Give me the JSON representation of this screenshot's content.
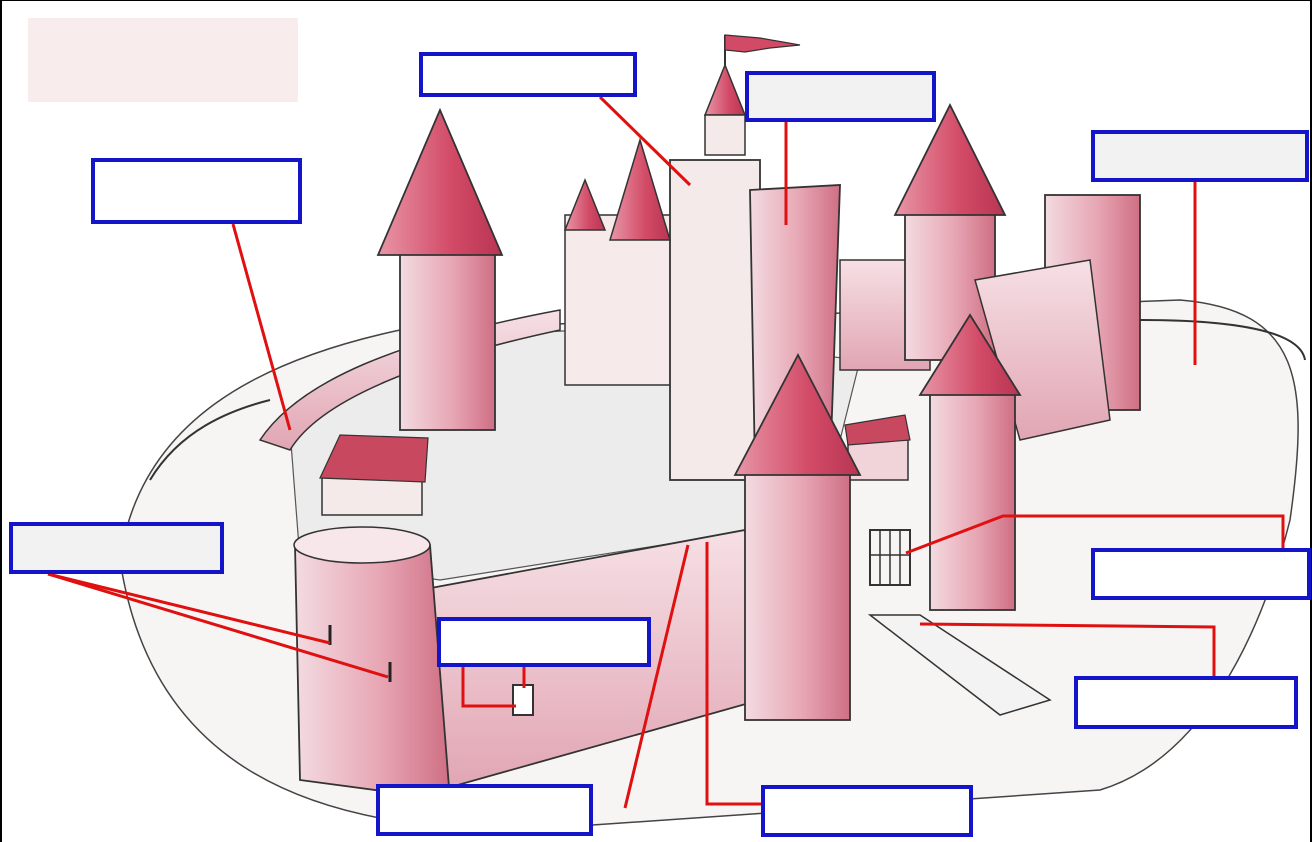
{
  "diagram": {
    "labels": [
      {
        "id": "label-1",
        "text": ""
      },
      {
        "id": "label-2",
        "text": ""
      },
      {
        "id": "label-3",
        "text": ""
      },
      {
        "id": "label-4",
        "text": ""
      },
      {
        "id": "label-5",
        "text": ""
      },
      {
        "id": "label-6",
        "text": ""
      },
      {
        "id": "label-7",
        "text": ""
      },
      {
        "id": "label-8",
        "text": ""
      },
      {
        "id": "label-9",
        "text": ""
      },
      {
        "id": "label-10",
        "text": ""
      },
      {
        "id": "label-11",
        "text": ""
      }
    ],
    "colors": {
      "box_border": "#1414c8",
      "leader_line": "#e01010",
      "tower_fill": "#d9566e",
      "wall_fill": "#f1d3da"
    }
  }
}
